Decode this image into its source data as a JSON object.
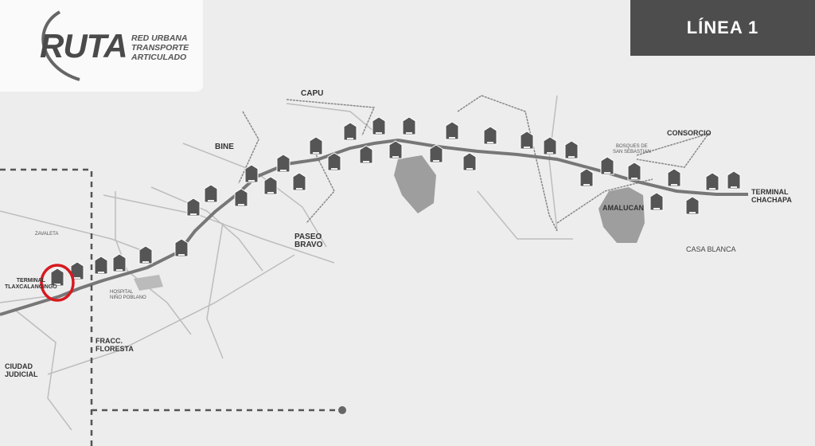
{
  "header": {
    "line_title": "LÍNEA 1"
  },
  "logo": {
    "name": "RUTA",
    "subtitle": [
      "RED URBANA",
      "TRANSPORTE",
      "ARTICULADO"
    ]
  },
  "places": {
    "capu": "CAPU",
    "bine": "BINE",
    "paseo_bravo": [
      "PASEO",
      "BRAVO"
    ],
    "consorcio": "CONSORCIO",
    "bosques": [
      "BOSQUES DE",
      "SAN SEBASTIAN"
    ],
    "amalucan": "AMALUCAN",
    "casa_blanca": "CASA BLANCA",
    "terminal_chachapa": [
      "TERMINAL",
      "CHACHAPA"
    ],
    "zavaleta": "ZAVALETA",
    "terminal_tlaxcalancingo": [
      "TERMINAL",
      "TLAXCALANCINGO"
    ],
    "hospital": [
      "HOSPITAL",
      "NIÑO POBLANO"
    ],
    "floresta": [
      "FRACC.",
      "FLORESTA"
    ],
    "ciudad_judicial": [
      "CIUDAD",
      "JUDICIAL"
    ]
  },
  "colors": {
    "route": "#777777",
    "station_icon": "#555555",
    "highlight": "#d71920",
    "header_bg": "#4d4d4d"
  },
  "highlighted_station": "Terminal Tlaxcalancingo"
}
